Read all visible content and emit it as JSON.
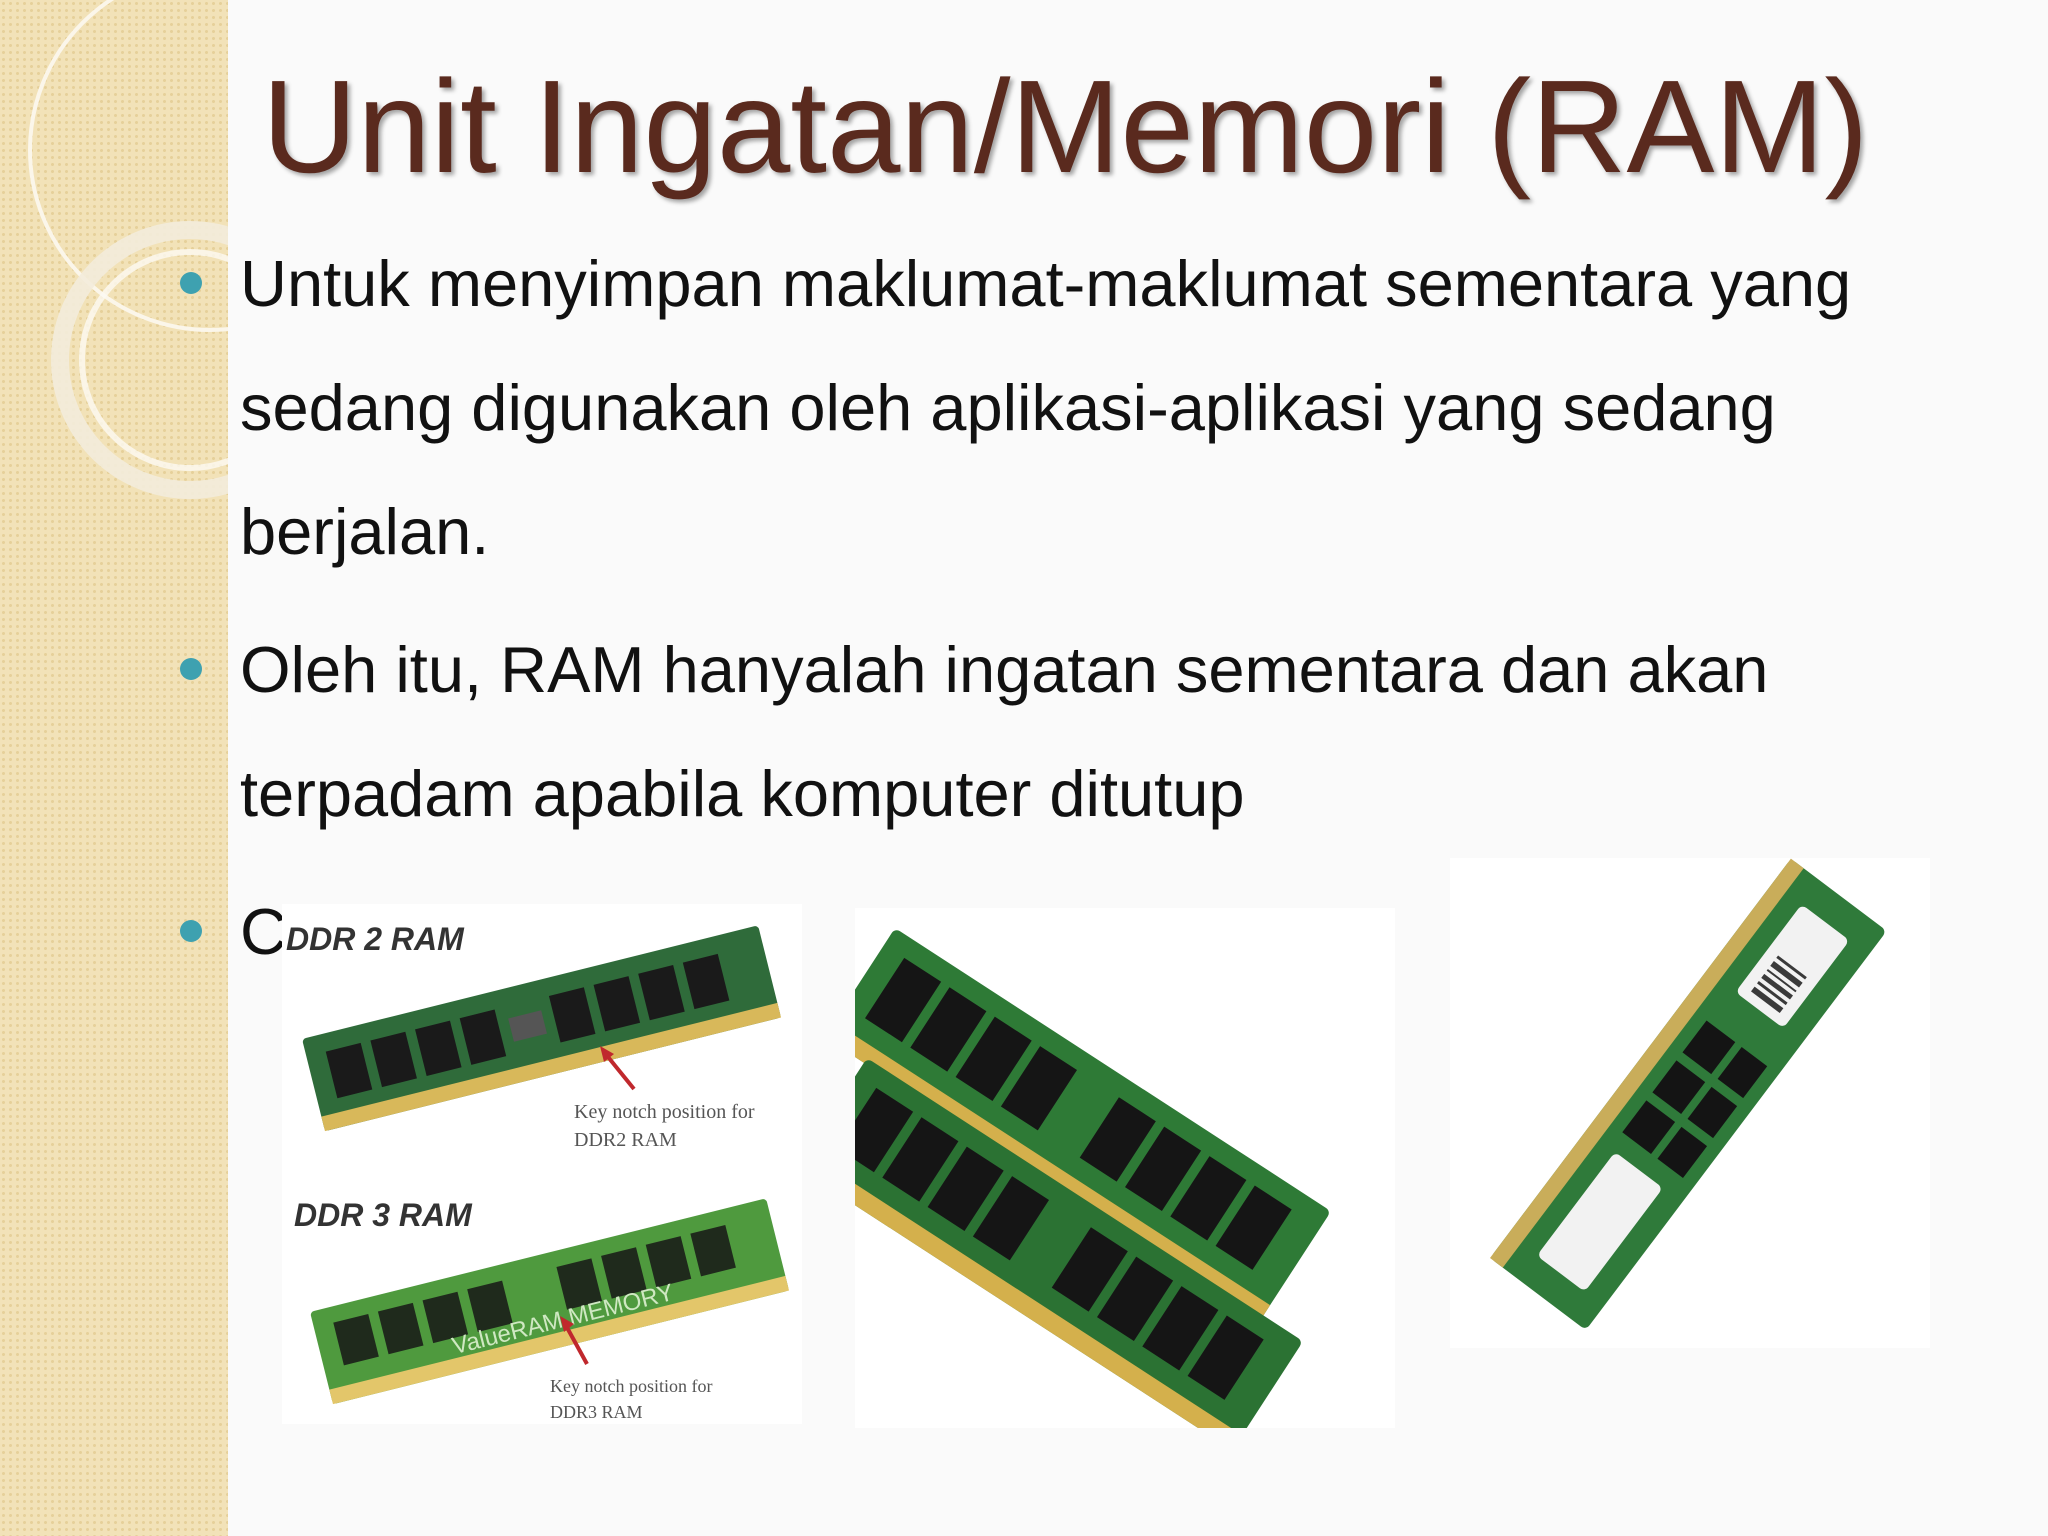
{
  "slide": {
    "title": "Unit Ingatan/Memori (RAM)",
    "bullets": [
      "Untuk menyimpan maklumat-maklumat sementara yang sedang digunakan oleh aplikasi-aplikasi yang sedang berjalan.",
      "Oleh itu, RAM hanyalah ingatan sementara dan akan terpadam apabila komputer ditutup",
      "C                        od                              ME 2"
    ],
    "bullet_color": "#3ea1b0",
    "title_color": "#5a2a1e"
  },
  "figures": {
    "ddr_comparison": {
      "ddr2_label": "DDR 2 RAM",
      "ddr2_note_line1": "Key notch position for",
      "ddr2_note_line2": "DDR2 RAM",
      "ddr3_label": "DDR 3 RAM",
      "ddr3_brand": "ValueRAM MEMORY",
      "ddr3_note_line1": "Key notch position for",
      "ddr3_note_line2": "DDR3 RAM"
    },
    "dimm_pair": {},
    "simm_module": {}
  }
}
